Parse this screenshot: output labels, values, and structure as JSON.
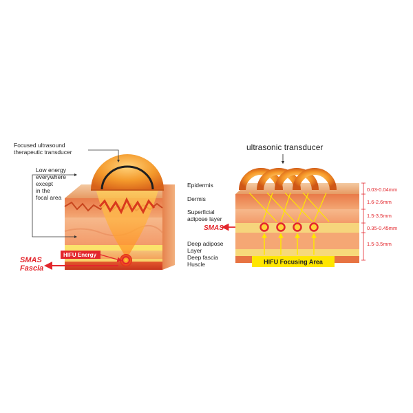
{
  "left_panel": {
    "transducer_label_line1": "Focused ultrasound",
    "transducer_label_line2": "therapeutic transducer",
    "low_energy_line1": "Low energy",
    "low_energy_line2": "everywhere",
    "low_energy_line3": "except",
    "low_energy_line4": "in the",
    "low_energy_line5": "focal area",
    "hifu_energy_label": "HIFU Energy",
    "smas_label": "SMAS",
    "fascia_label": "Fascia"
  },
  "layers": {
    "epidermis": "Epidermis",
    "dermis": "Dermis",
    "superficial_line1": "Superficial",
    "superficial_line2": "adipose layer",
    "smas": "SMAS",
    "deep_adipose_line1": "Deep adipose",
    "deep_adipose_line2": "Layer",
    "deep_fascia": "Deep fascia",
    "muscle": "Huscle"
  },
  "right_panel": {
    "transducer_title": "ultrasonic transducer",
    "focusing_area": "HIFU Focusing Area",
    "depths": [
      "0.03-0.04mm",
      "1.6-2.6mm",
      "1.5-3.5mm",
      "0.35-0.45mm",
      "1.5-3.5mm"
    ]
  },
  "colors": {
    "accent_red": "#e3262c",
    "orange": "#f08a24",
    "yellow": "#ffe600",
    "skin": "#f7b48a"
  }
}
